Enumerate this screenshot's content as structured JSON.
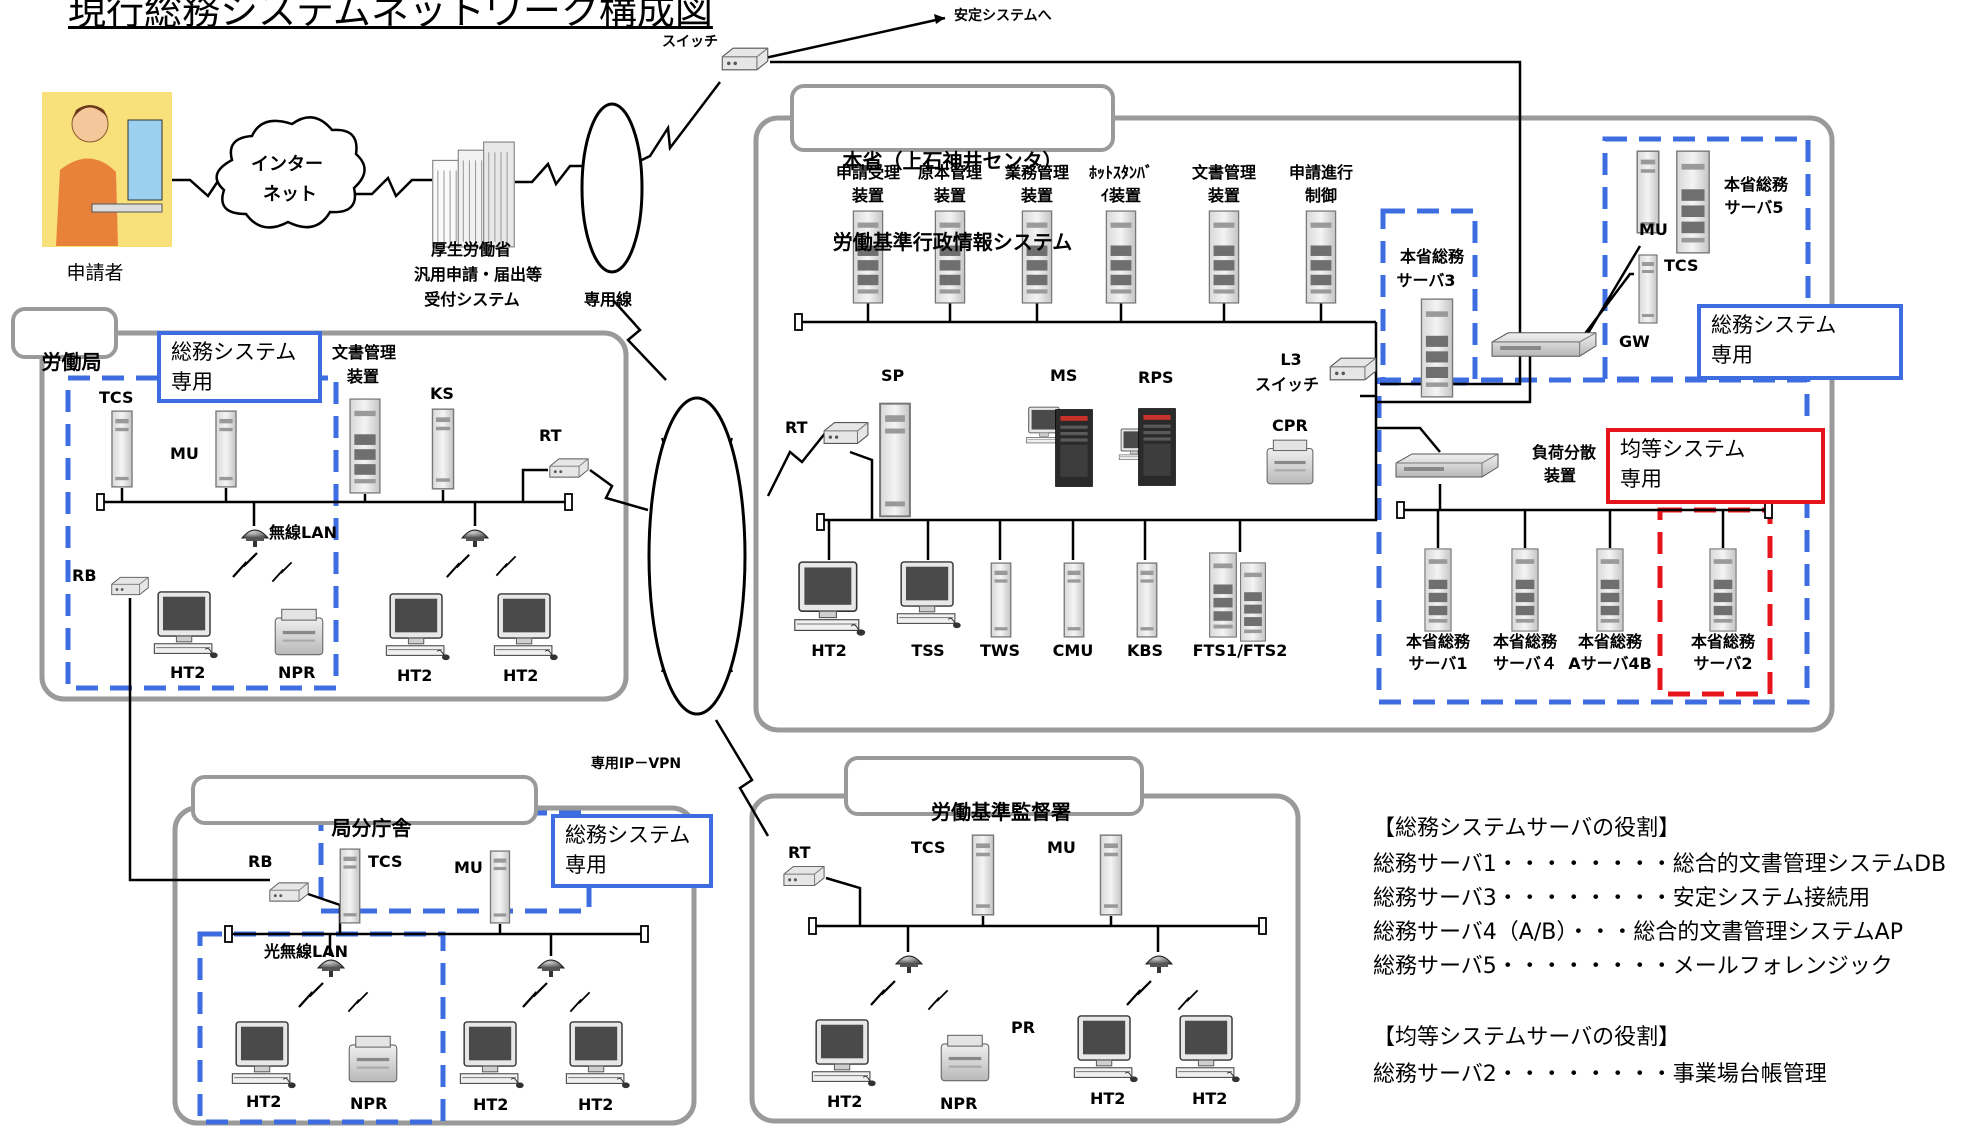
{
  "title": "現行総務システムネットワーク構成図",
  "top": {
    "switch_label": "スイッチ",
    "anzen_label": "安定システムへ",
    "applicant_label": "申請者",
    "internet_line1": "インター",
    "internet_line2": "ネット",
    "mhlw_line1": "厚生労働省",
    "mhlw_line2": "汎用申請・届出等",
    "mhlw_line3": "受付システム",
    "dedicated_line": "専用線",
    "vpn_label": "専用IP－VPN"
  },
  "honsho": {
    "title_line1": "本省（上石神井センタ）",
    "title_line2": "労働基準行政情報システム",
    "top_servers": [
      {
        "l1": "申請受理",
        "l2": "装置"
      },
      {
        "l1": "原本管理",
        "l2": "装置"
      },
      {
        "l1": "業務管理",
        "l2": "装置"
      },
      {
        "l1": "ﾎｯﾄｽﾀﾝﾊﾞ",
        "l2": "ｲ装置"
      },
      {
        "l1": "文書管理",
        "l2": "装置"
      },
      {
        "l1": "申請進行",
        "l2": "制御"
      }
    ],
    "rt": "RT",
    "sp": "SP",
    "ms": "MS",
    "rps": "RPS",
    "cpr": "CPR",
    "l3_line1": "L3",
    "l3_line2": "スイッチ",
    "bottom": [
      "HT2",
      "TSS",
      "TWS",
      "CMU",
      "KBS",
      "FTS1/FTS2"
    ],
    "srv3_line1": "本省総務",
    "srv3_line2": "サーバ3",
    "srv5_line1": "本省総務",
    "srv5_line2": "サーバ5",
    "mu": "MU",
    "tcs": "TCS",
    "gw": "GW",
    "lb_line1": "負荷分散",
    "lb_line2": "装置",
    "right_servers": [
      {
        "l1": "本省総務",
        "l2": "サーバ1"
      },
      {
        "l1": "本省総務",
        "l2": "サーバ４"
      },
      {
        "l1": "本省総務",
        "l2": "Aサーバ4B"
      },
      {
        "l1": "本省総務",
        "l2": "サーバ2"
      }
    ],
    "soumu_tag": "総務システム\n専用",
    "kintou_tag": "均等システム\n専用"
  },
  "roudoukyoku": {
    "title": "労働局",
    "tag": "総務システム\n専用",
    "tcs": "TCS",
    "mu": "MU",
    "bunsho_line1": "文書管理",
    "bunsho_line2": "装置",
    "ks": "KS",
    "rt": "RT",
    "rb": "RB",
    "wireless": "無線LAN",
    "ht2": "HT2",
    "npr": "NPR"
  },
  "kyokubun": {
    "title": "局分庁舎",
    "tag": "総務システム\n専用",
    "rb": "RB",
    "tcs": "TCS",
    "mu": "MU",
    "wireless": "光無線LAN",
    "ht2": "HT2",
    "npr": "NPR"
  },
  "kantoku": {
    "title": "労働基準監督署",
    "rt": "RT",
    "tcs": "TCS",
    "mu": "MU",
    "pr": "PR",
    "ht2": "HT2",
    "npr": "NPR"
  },
  "legend": {
    "soumu_head": "【総務システムサーバの役割】",
    "soumu_items": [
      "総務サーバ1・・・・・・・・総合的文書管理システムDB",
      "総務サーバ3・・・・・・・・安定システム接続用",
      "総務サーバ4（A/B）・・・総合的文書管理システムAP",
      "総務サーバ5・・・・・・・・メールフォレンジック"
    ],
    "kintou_head": "【均等システムサーバの役割】",
    "kintou_items": [
      "総務サーバ2・・・・・・・・事業場台帳管理"
    ]
  },
  "colors": {
    "blue_dash": "#3d6de0",
    "red_dash": "#e8141c",
    "zone_border": "#9a9a9a",
    "line": "#000000"
  }
}
